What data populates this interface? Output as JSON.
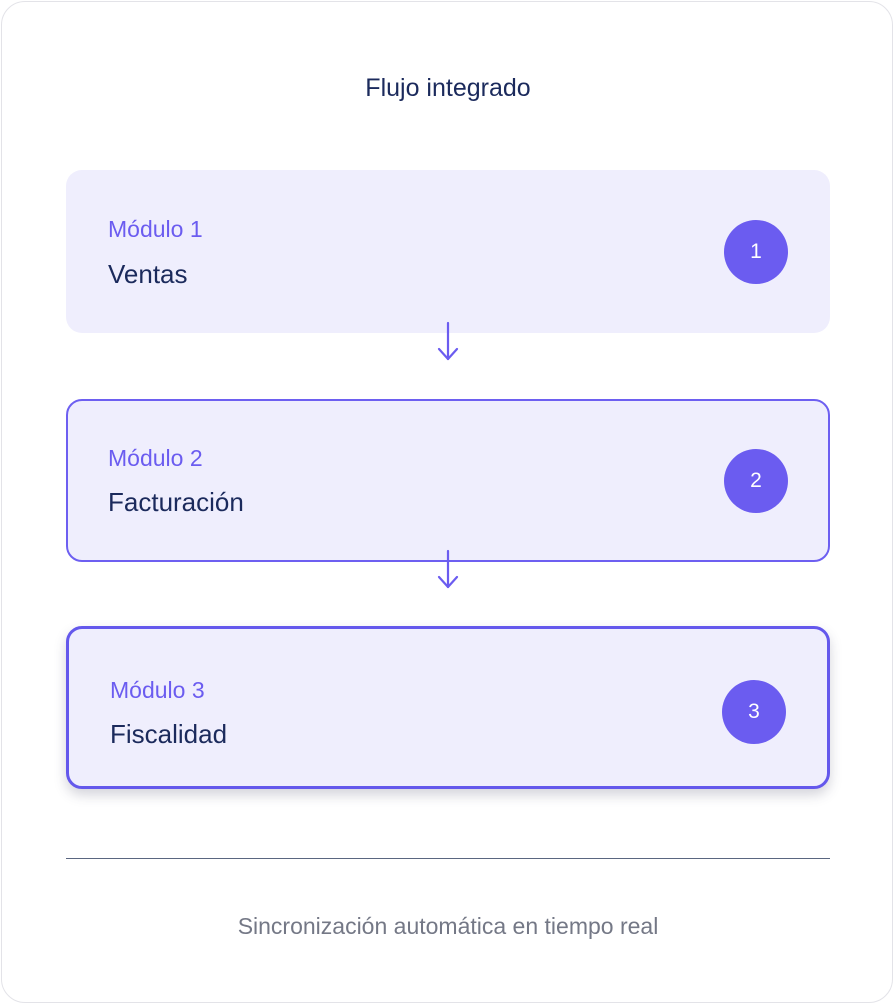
{
  "title": "Flujo integrado",
  "modules": [
    {
      "label": "Módulo 1",
      "name": "Ventas",
      "number": "1"
    },
    {
      "label": "Módulo 2",
      "name": "Facturación",
      "number": "2"
    },
    {
      "label": "Módulo 3",
      "name": "Fiscalidad",
      "number": "3"
    }
  ],
  "footer": "Sincronización automática en tiempo real",
  "colors": {
    "accent": "#6b5cf0",
    "card_fill": "#efeefd",
    "title_text": "#1b2a5c",
    "footer_text": "#747886"
  },
  "icons": {
    "connector": "arrow-down-icon"
  }
}
